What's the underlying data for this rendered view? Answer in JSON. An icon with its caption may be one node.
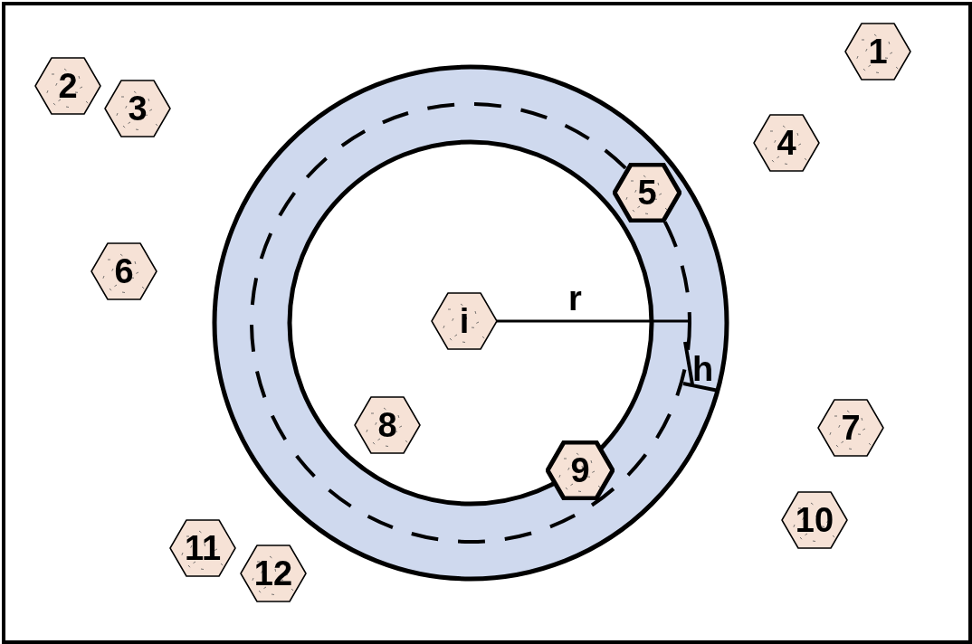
{
  "diagram": {
    "nodes": [
      {
        "text": [
          "1"
        ]
      },
      {
        "text": [
          "2"
        ]
      },
      {
        "text": [
          "3"
        ]
      },
      {
        "text": [
          "4"
        ]
      },
      {
        "text": [
          "5"
        ]
      },
      {
        "text": [
          "6"
        ]
      },
      {
        "text": [
          "i"
        ]
      },
      {
        "text": [
          "8"
        ]
      },
      {
        "text": [
          "7"
        ]
      },
      {
        "text": [
          "9"
        ]
      },
      {
        "text": [
          "10"
        ]
      },
      {
        "text": [
          "11"
        ]
      },
      {
        "text": [
          "12"
        ]
      }
    ],
    "labels": [
      "r",
      "h"
    ]
  }
}
